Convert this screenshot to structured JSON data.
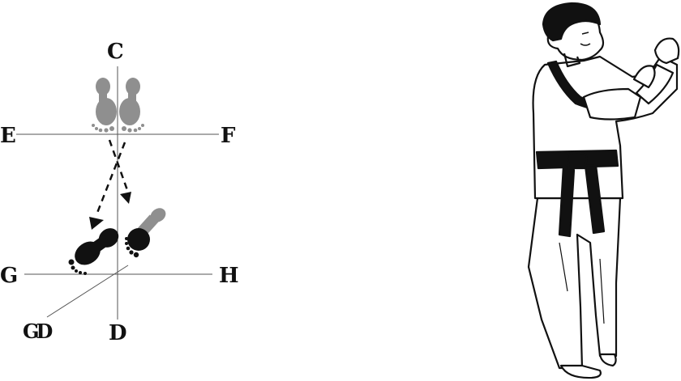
{
  "diagram": {
    "labels": {
      "c": "C",
      "d": "D",
      "e": "E",
      "f": "F",
      "g": "G",
      "h": "H",
      "gd": "GD"
    },
    "colors": {
      "start_feet": "#8f8f8f",
      "end_feet": "#111111",
      "line": "#555555",
      "uniform_belt": "#111111"
    }
  }
}
